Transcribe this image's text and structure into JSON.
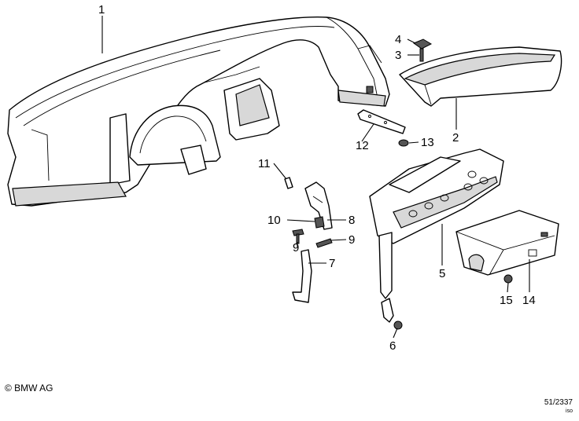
{
  "callouts": {
    "c1": "1",
    "c2": "2",
    "c3": "3",
    "c4": "4",
    "c5": "5",
    "c6": "6",
    "c7": "7",
    "c8": "8",
    "c9a": "9",
    "c9b": "9",
    "c10": "10",
    "c11": "11",
    "c12": "12",
    "c13": "13",
    "c14": "14",
    "c15": "15"
  },
  "footer": {
    "copyright": "© BMW AG",
    "diagram_number": "51/2337",
    "suffix": "iso"
  }
}
